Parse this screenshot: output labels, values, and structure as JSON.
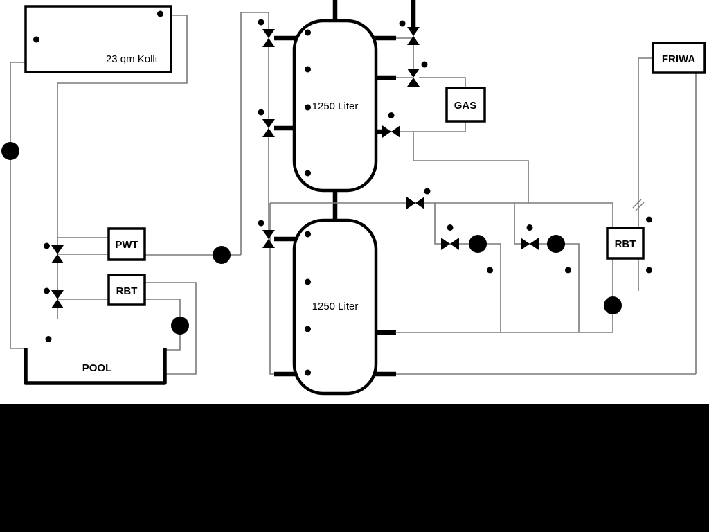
{
  "diagram": {
    "labels": {
      "collector": "23 qm Kolli",
      "tank_top": "1250 Liter",
      "tank_bottom": "1250 Liter",
      "gas": "GAS",
      "friwa": "FRIWA",
      "pwt": "PWT",
      "rbt_left": "RBT",
      "rbt_right": "RBT",
      "pool": "POOL"
    },
    "colors": {
      "pipe_gray": "#7a7a7a",
      "line_black": "#000000",
      "background": "#ffffff",
      "bottom_bar": "#000000"
    },
    "icons": {
      "pump": "pump-icon (circle with solid triangle showing flow direction)",
      "valve": "three-way-valve-icon (bowtie of two hollow triangles)",
      "sensor": "temperature-sensor-icon (small circle on a stem)"
    }
  }
}
